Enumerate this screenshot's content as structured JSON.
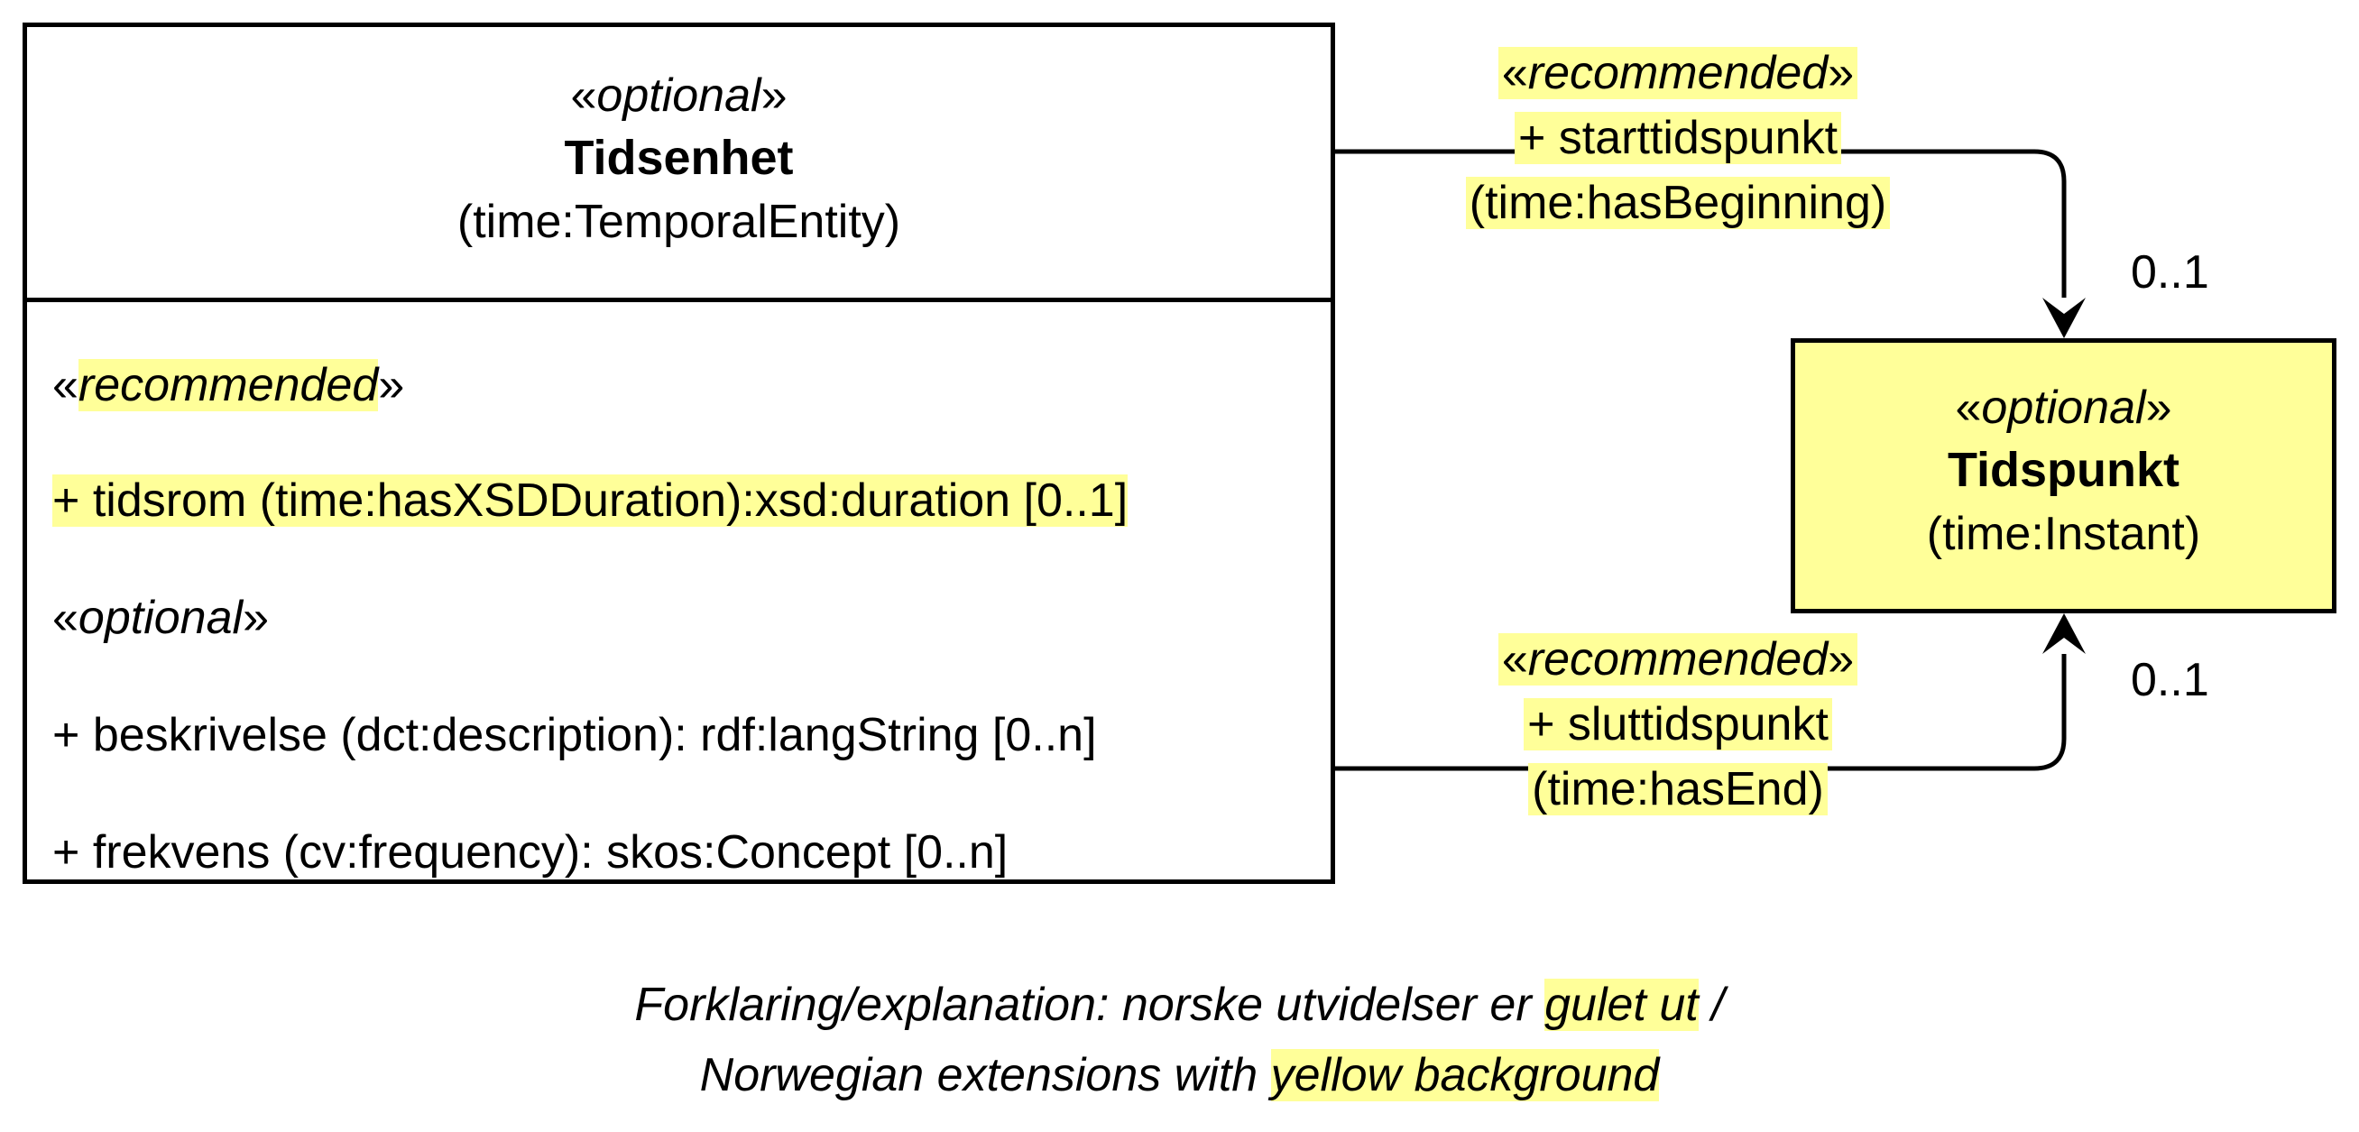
{
  "tidsenhet": {
    "stereotype": "optional",
    "name": "Tidsenhet",
    "uri": "(time:TemporalEntity)",
    "groups": {
      "recommended": {
        "stereotype": "recommended",
        "attributes": [
          "+ tidsrom (time:hasXSDDuration):xsd:duration [0..1]"
        ]
      },
      "optional": {
        "stereotype": "optional",
        "attributes": [
          "+ beskrivelse (dct:description): rdf:langString [0..n]",
          "+ frekvens (cv:frequency): skos:Concept [0..n]"
        ]
      }
    }
  },
  "tidspunkt": {
    "stereotype": "optional",
    "name": "Tidspunkt",
    "uri": "(time:Instant)"
  },
  "associations": {
    "start": {
      "stereotype": "recommended",
      "name": "+ starttidspunkt",
      "uri": "(time:hasBeginning)",
      "multiplicity": "0..1"
    },
    "end": {
      "stereotype": "recommended",
      "name": "+ sluttidspunkt",
      "uri": "(time:hasEnd)",
      "multiplicity": "0..1"
    }
  },
  "legend": {
    "line1_prefix": "Forklaring/explanation: norske utvidelser er ",
    "line1_highlight": "gulet ut",
    "line1_suffix": " /",
    "line2_prefix": "Norwegian extensions with ",
    "line2_highlight": "yellow background"
  },
  "colors": {
    "highlight": "#ffff99",
    "line": "#000000"
  }
}
